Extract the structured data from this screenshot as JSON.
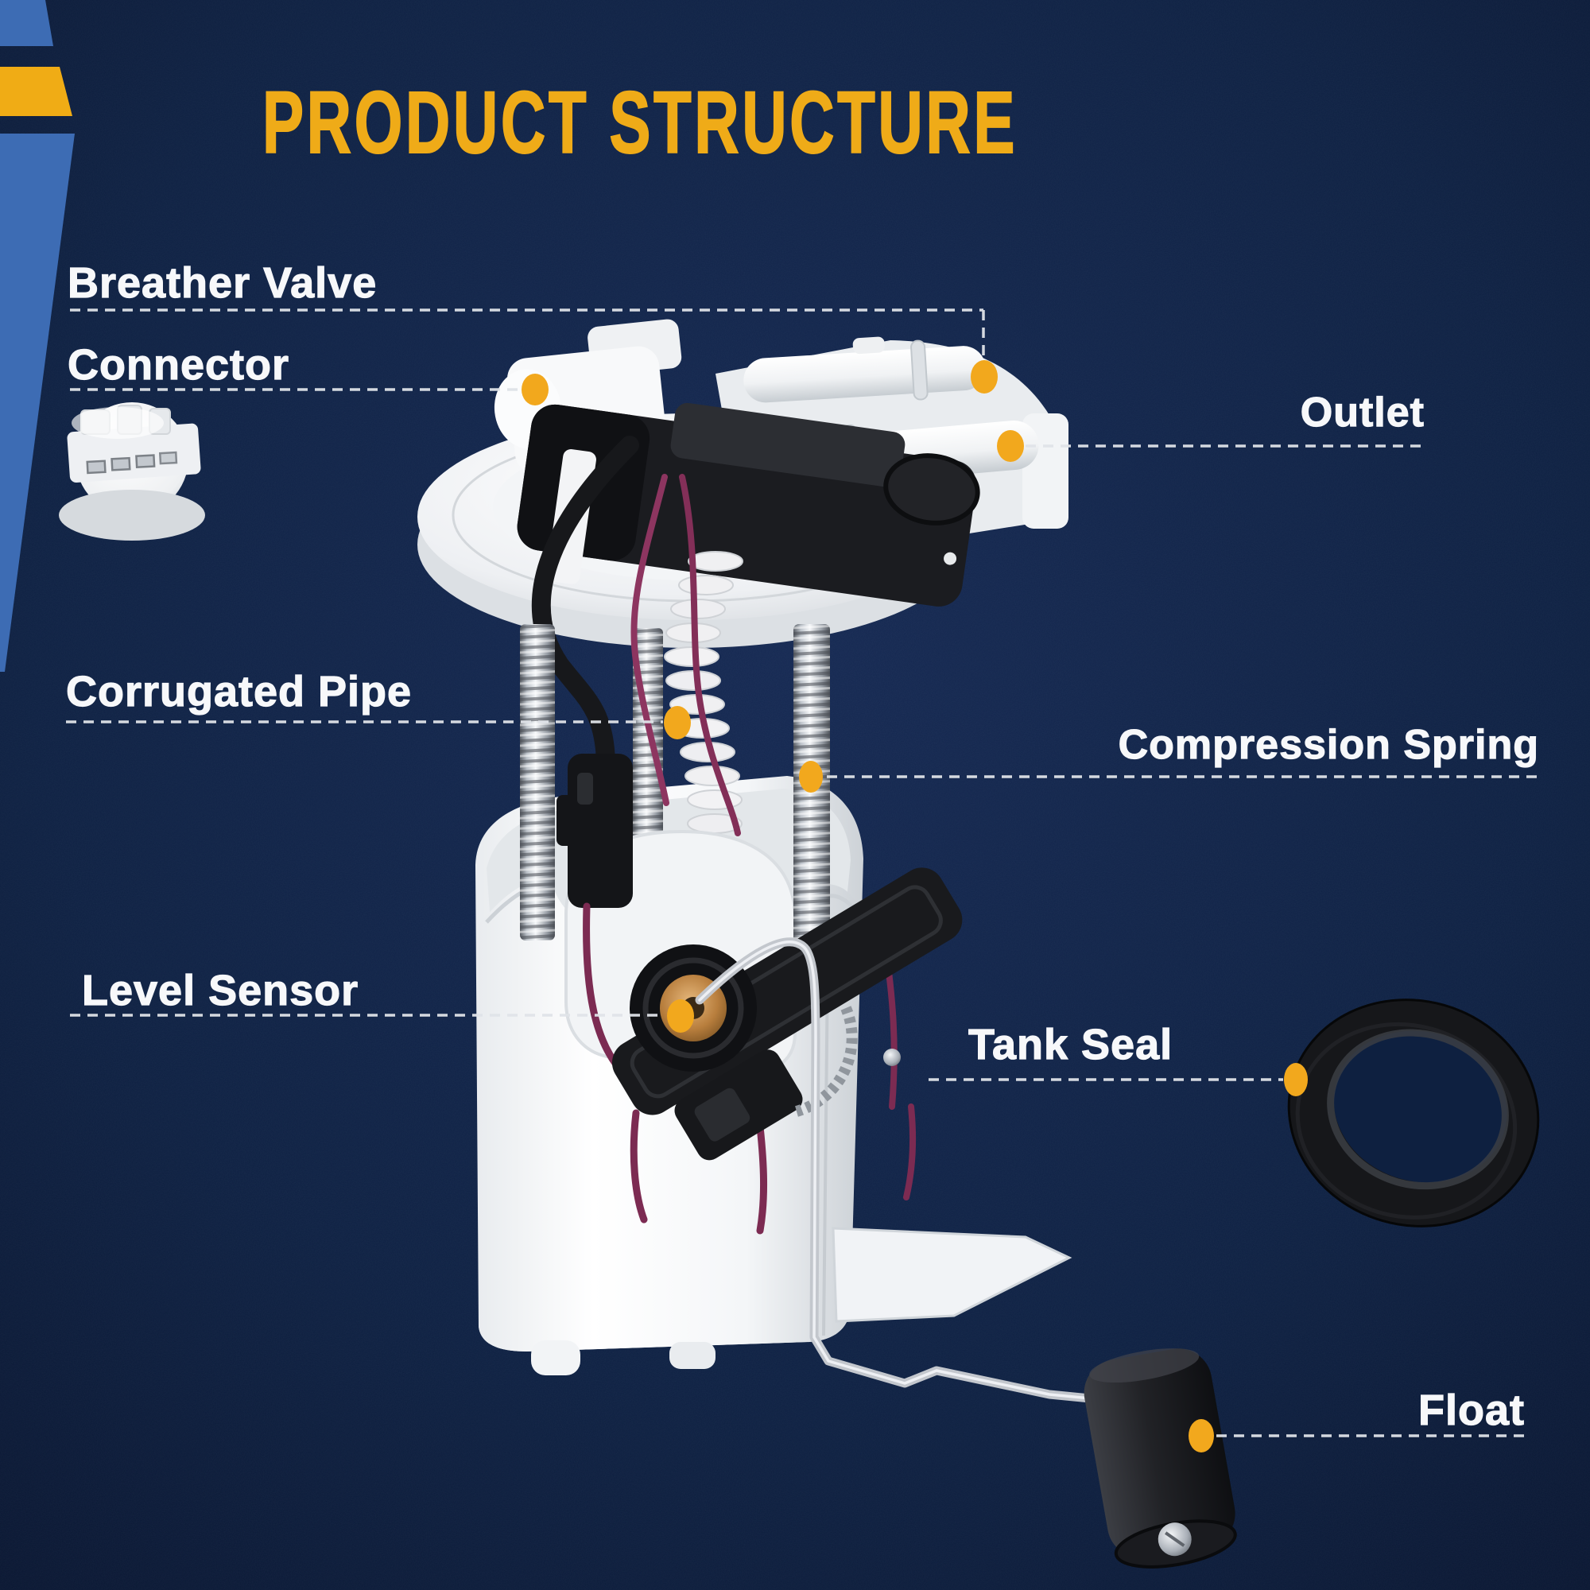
{
  "page": {
    "title": "PRODUCT STRUCTURE"
  },
  "theme": {
    "background_navy": "#0e2143",
    "ribbon_blue": "#3d6cb4",
    "ribbon_yellow": "#f0ac15",
    "title_gold": "#efab18",
    "label_white": "#f7f8fa",
    "callout_dot_gold": "#f2a81d",
    "callout_line_white": "#dfe3e8"
  },
  "callouts": {
    "breather_valve": {
      "label": "Breather Valve"
    },
    "connector": {
      "label": "Connector"
    },
    "outlet": {
      "label": "Outlet"
    },
    "corrugated_pipe": {
      "label": "Corrugated Pipe"
    },
    "compression_spring": {
      "label": "Compression Spring"
    },
    "level_sensor": {
      "label": "Level Sensor"
    },
    "tank_seal": {
      "label": "Tank Seal"
    },
    "float": {
      "label": "Float"
    }
  },
  "illustration": {
    "subject": "Fuel pump module assembly"
  }
}
